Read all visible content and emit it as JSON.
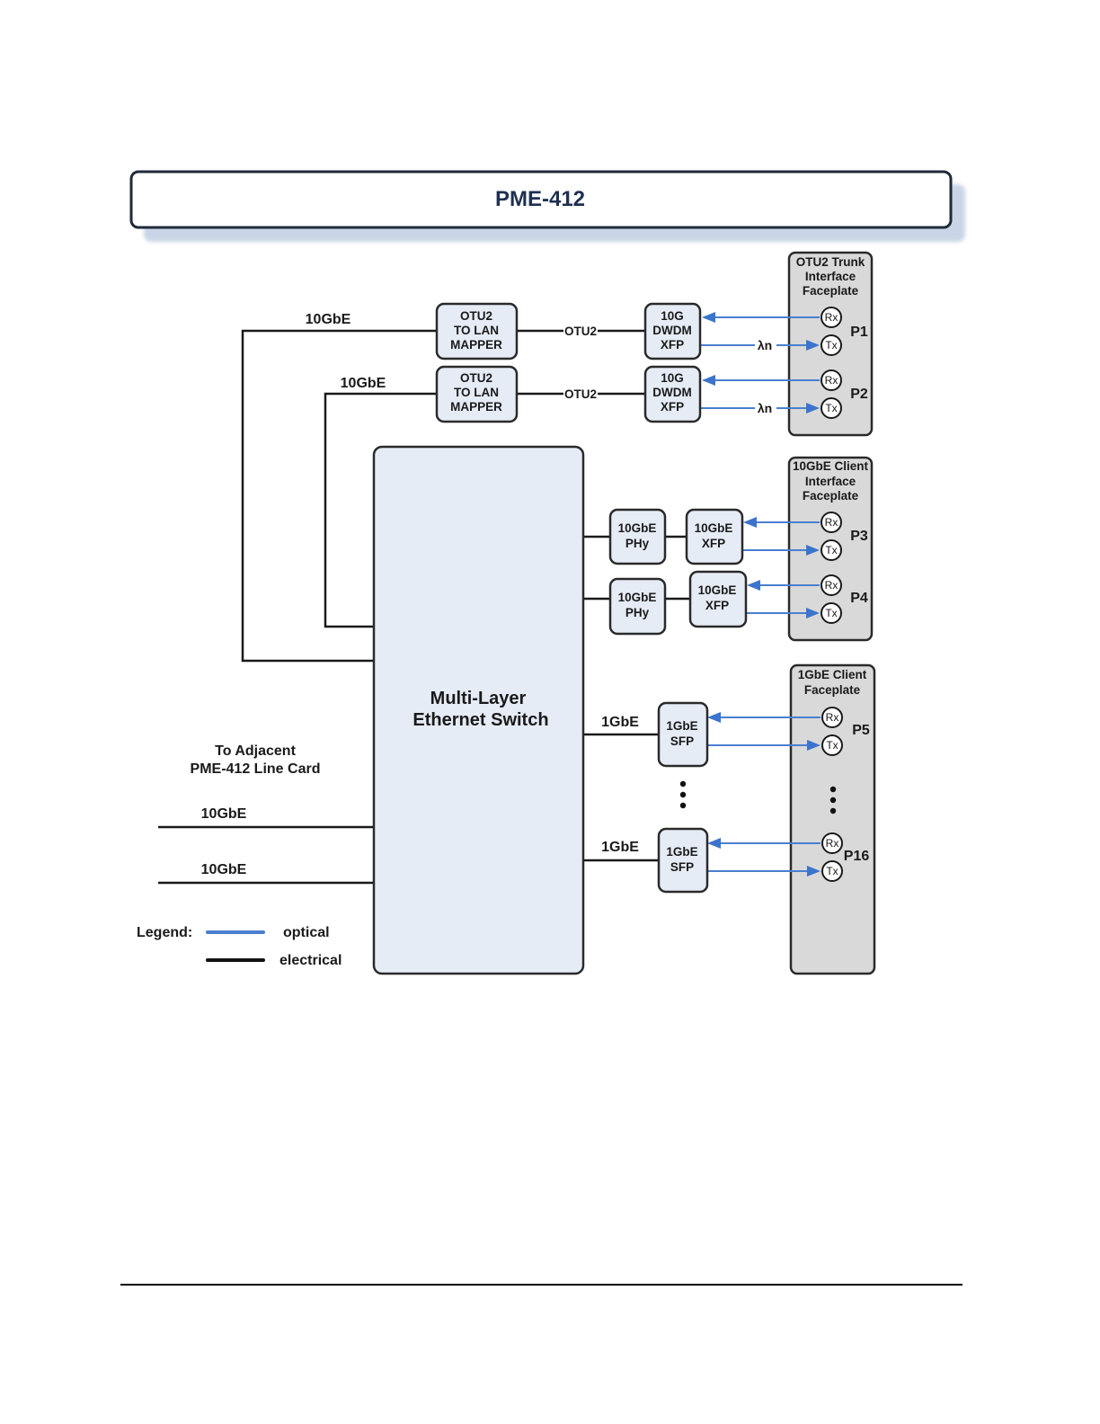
{
  "title": "PME-412",
  "colors": {
    "optical": "#4a7fd0",
    "electrical": "#1a1a1a",
    "block_fill": "#e6ecf6",
    "faceplate_fill": "#d9d9d9",
    "title_text": "#1f3050"
  },
  "switch": {
    "lines": [
      "Multi-Layer",
      "Ethernet Switch"
    ]
  },
  "mappers": [
    {
      "lines": [
        "OTU2",
        "TO LAN",
        "MAPPER"
      ],
      "input_label": "10GbE",
      "link_label": "OTU2"
    },
    {
      "lines": [
        "OTU2",
        "TO LAN",
        "MAPPER"
      ],
      "input_label": "10GbE",
      "link_label": "OTU2"
    }
  ],
  "dwdm_xfps": [
    {
      "lines": [
        "10G",
        "DWDM",
        "XFP"
      ],
      "tx_label": "λn"
    },
    {
      "lines": [
        "10G",
        "DWDM",
        "XFP"
      ],
      "tx_label": "λn"
    }
  ],
  "phys": [
    {
      "lines": [
        "10GbE",
        "PHy"
      ]
    },
    {
      "lines": [
        "10GbE",
        "PHy"
      ]
    }
  ],
  "client_xfps": [
    {
      "lines": [
        "10GbE",
        "XFP"
      ]
    },
    {
      "lines": [
        "10GbE",
        "XFP"
      ]
    }
  ],
  "sfps": [
    {
      "lines": [
        "1GbE",
        "SFP"
      ],
      "link_label": "1GbE"
    },
    {
      "lines": [
        "1GbE",
        "SFP"
      ],
      "link_label": "1GbE"
    }
  ],
  "faceplates": [
    {
      "title": [
        "OTU2 Trunk",
        "Interface",
        "Faceplate"
      ],
      "ports": [
        "P1",
        "P2"
      ]
    },
    {
      "title": [
        "10GbE Client",
        "Interface",
        "Faceplate"
      ],
      "ports": [
        "P3",
        "P4"
      ]
    },
    {
      "title": [
        "1GbE Client",
        "Faceplate"
      ],
      "ports": [
        "P5",
        "P16"
      ]
    }
  ],
  "port_labels": {
    "rx": "Rx",
    "tx": "Tx"
  },
  "adjacent": {
    "lines": [
      "To Adjacent",
      "PME-412 Line Card"
    ],
    "links": [
      "10GbE",
      "10GbE"
    ]
  },
  "legend": {
    "title": "Legend:",
    "items": [
      {
        "label": "optical",
        "kind": "optical"
      },
      {
        "label": "electrical",
        "kind": "electrical"
      }
    ]
  }
}
